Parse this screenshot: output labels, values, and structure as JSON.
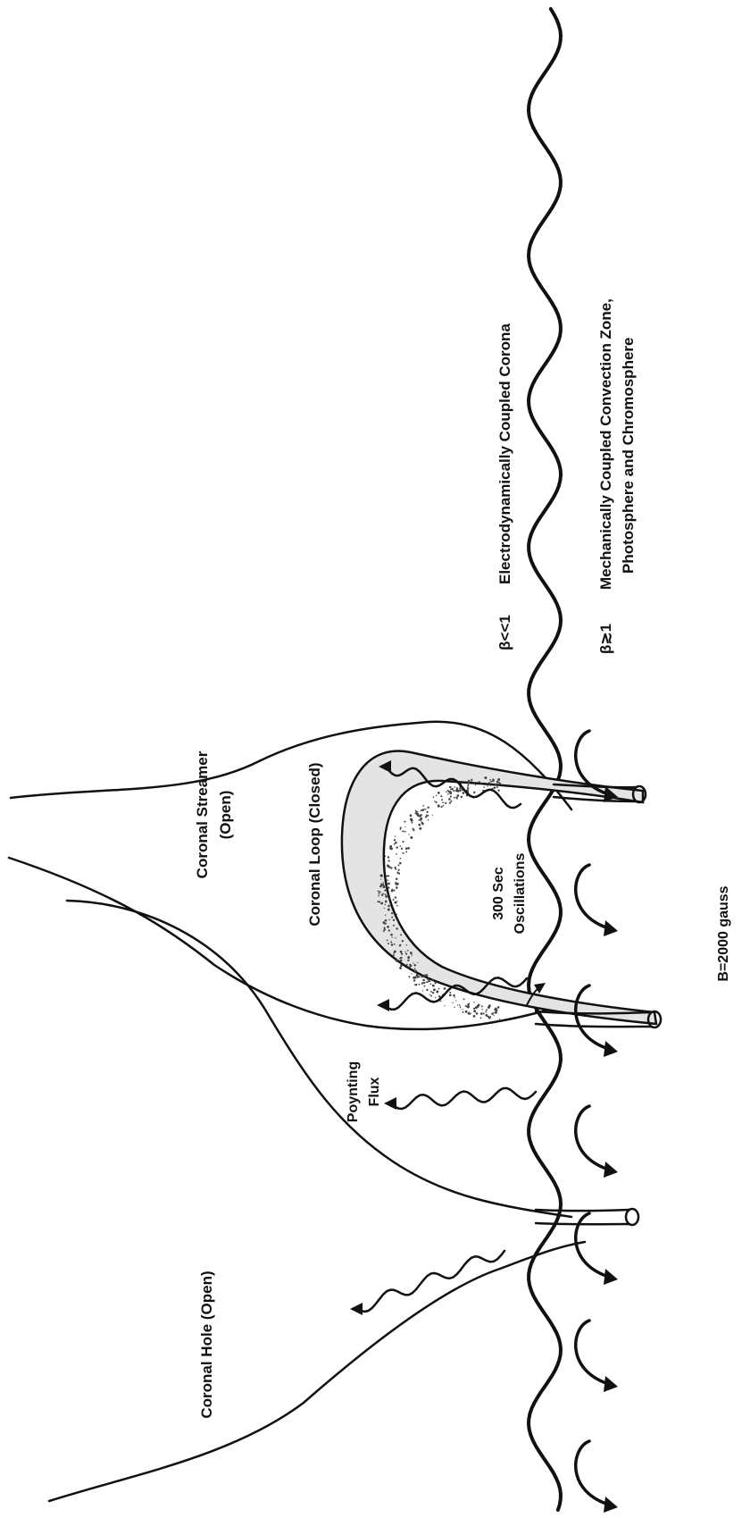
{
  "labels": {
    "coronal_hole": "Coronal Hole (Open)",
    "coronal_streamer_line1": "Coronal Streamer",
    "coronal_streamer_line2": "(Open)",
    "coronal_loop": "Coronal Loop (Closed)",
    "oscillations_line1": "300 Sec",
    "oscillations_line2": "Oscillations",
    "poynting_line1": "Poynting",
    "poynting_line2": "Flux",
    "field_strength": "B=2000 gauss",
    "corona_symbol": "β<<1",
    "corona_desc": "Electrodynamically Coupled Corona",
    "convection_symbol": "β≳1",
    "convection_desc_line1": "Mechanically Coupled Convection Zone,",
    "convection_desc_line2": "Photosphere and Chromosphere"
  },
  "colors": {
    "ink": "#111111",
    "background": "#ffffff",
    "stipple": "#444444"
  }
}
